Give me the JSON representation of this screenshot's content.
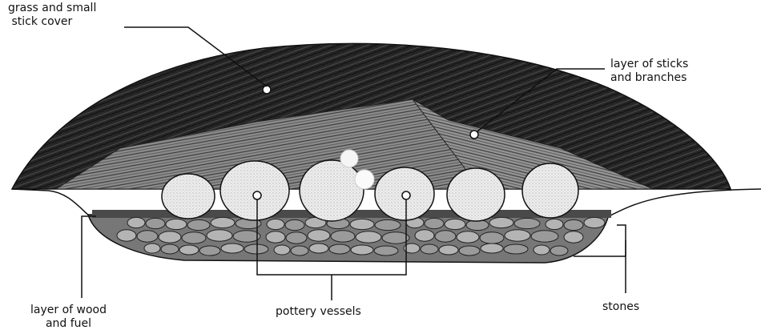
{
  "labels": {
    "grass": "grass and small\n stick cover",
    "sticks": "layer of sticks\nand branches",
    "wood": "layer of wood\nand fuel",
    "pottery": "pottery vessels",
    "stones": "stones"
  },
  "colors": {
    "grass": "#1f1f1f",
    "sticks": "#6b6b6b",
    "stones": "#8a8a8a",
    "vessel": "#e6e6e6",
    "ink": "#111111"
  }
}
